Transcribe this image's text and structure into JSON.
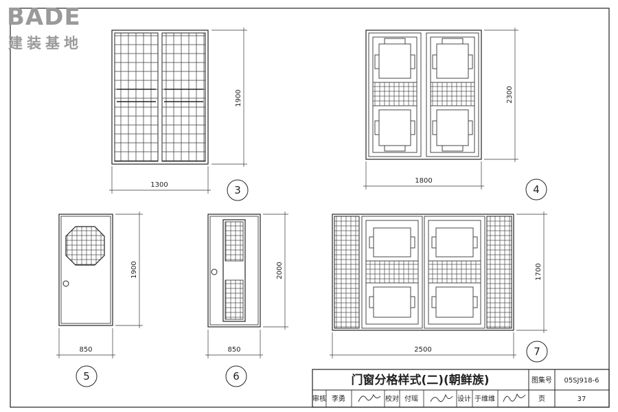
{
  "logo": {
    "brand": "BADE",
    "subtitle": "建装基地"
  },
  "drawings": [
    {
      "id": "3",
      "width": "1300",
      "height": "1900"
    },
    {
      "id": "4",
      "width": "1800",
      "height": "2300"
    },
    {
      "id": "5",
      "width": "850",
      "height": "1900"
    },
    {
      "id": "6",
      "width": "850",
      "height": "2000"
    },
    {
      "id": "7",
      "width": "2500",
      "height": "1700"
    }
  ],
  "title_block": {
    "title": "门窗分格样式(二)(朝鲜族)",
    "atlas_label": "图集号",
    "atlas_no": "05SJ918-6",
    "review_label": "审核",
    "reviewer": "李勇",
    "check_label": "校对",
    "checker": "付瑶",
    "design_label": "设计",
    "designer": "于维维",
    "page_label": "页",
    "page_no": "37"
  }
}
